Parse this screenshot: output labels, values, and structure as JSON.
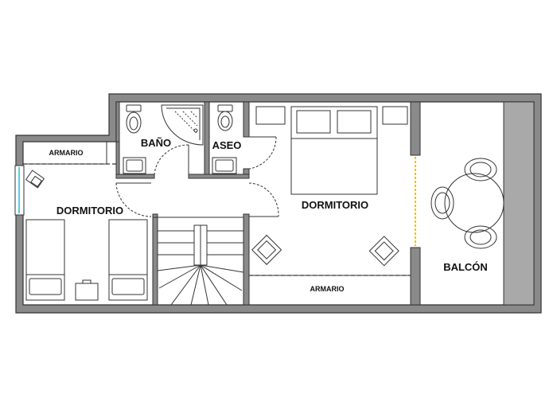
{
  "plan": {
    "rooms": {
      "armario_left": "ARMARIO",
      "bano": "BAÑO",
      "aseo": "ASEO",
      "dormitorio_left": "DORMITORIO",
      "dormitorio_right": "DORMITORIO",
      "armario_right": "ARMARIO",
      "balcon": "BALCÓN"
    }
  }
}
